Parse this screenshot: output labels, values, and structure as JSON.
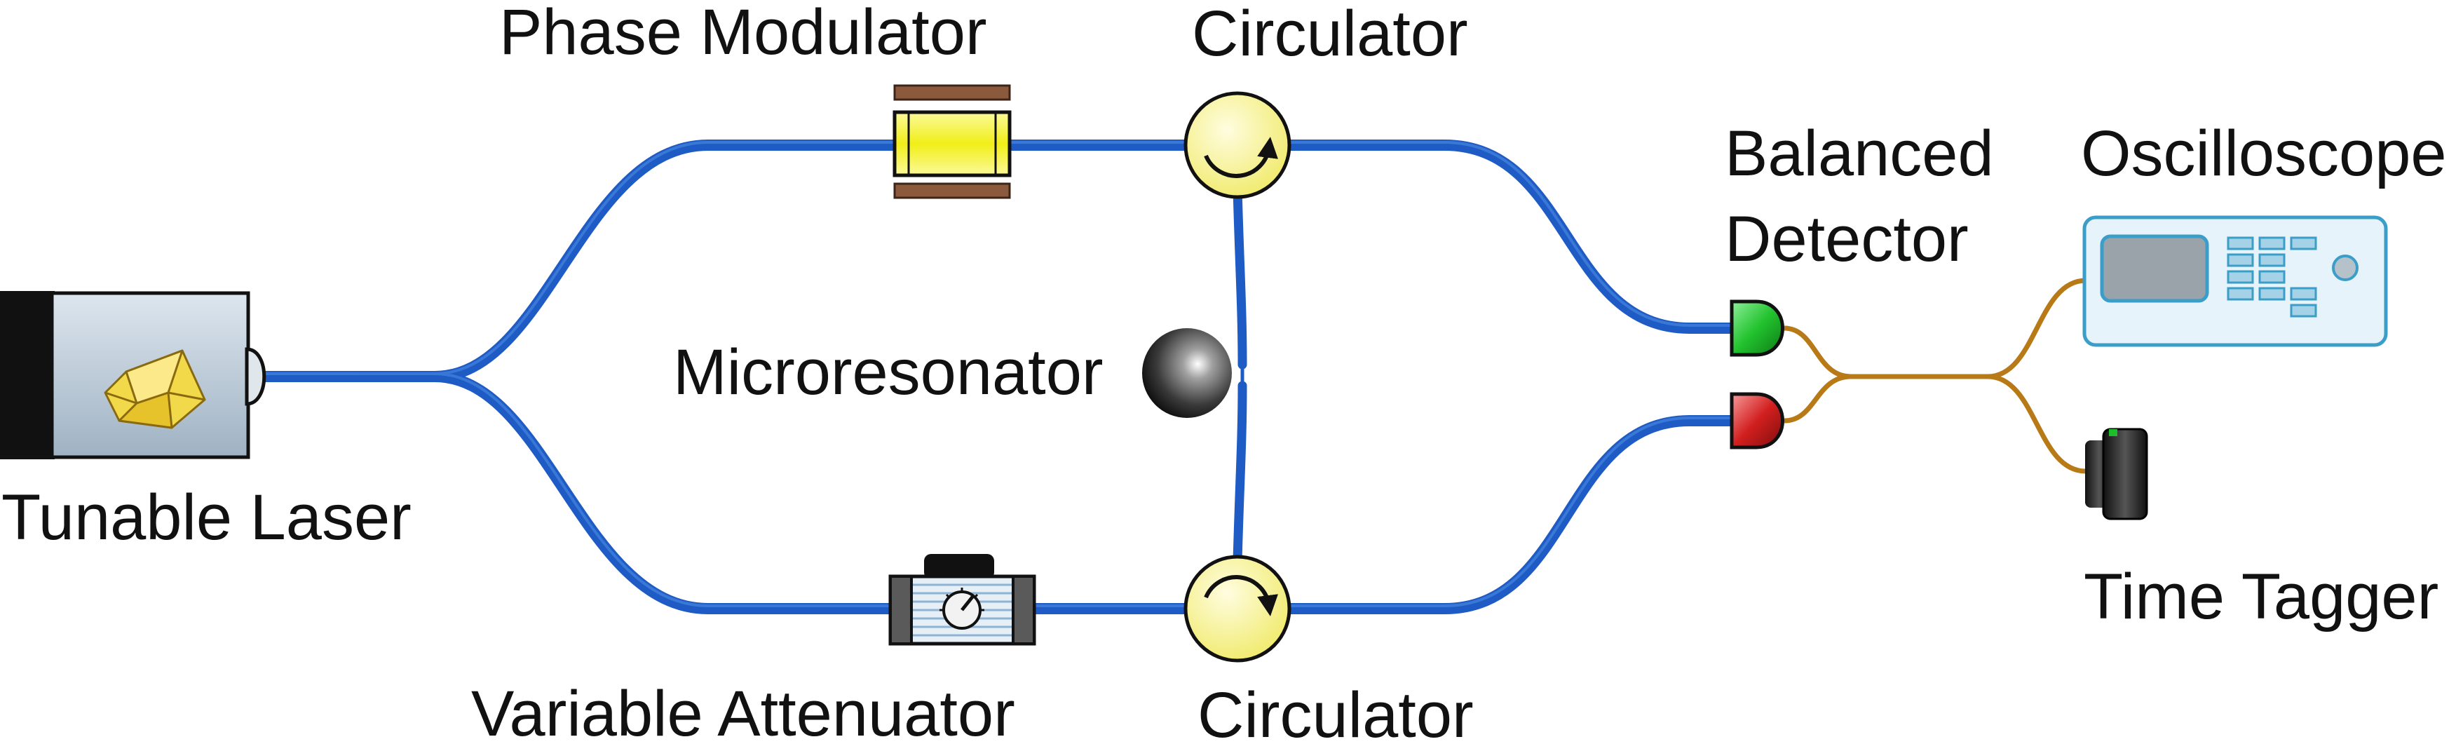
{
  "labels": {
    "tunable_laser": "Tunable Laser",
    "phase_modulator": "Phase Modulator",
    "circulator_top": "Circulator",
    "circulator_bottom": "Circulator",
    "microresonator": "Microresonator",
    "variable_attenuator": "Variable Attenuator",
    "balanced_detector_line1": "Balanced",
    "balanced_detector_line2": "Detector",
    "oscilloscope": "Oscilloscope",
    "time_tagger": "Time Tagger"
  },
  "colors": {
    "optical_fiber": "#1f5bc4",
    "optical_fiber_highlight": "#4f8fe8",
    "electrical_cable": "#b87a16",
    "phase_modulator_crystal": "#f3f02c",
    "phase_modulator_electrode": "#8b5a3c",
    "circulator_fill": "#f7f39a",
    "laser_body": "#b4c4d2",
    "laser_crystal": "#f2d94a",
    "detector_top": "#1ebd2a",
    "detector_bottom": "#d21f1f",
    "oscilloscope_body": "#e6f3fa",
    "oscilloscope_accent": "#3a9ec9",
    "microresonator_sphere": "#333333"
  }
}
